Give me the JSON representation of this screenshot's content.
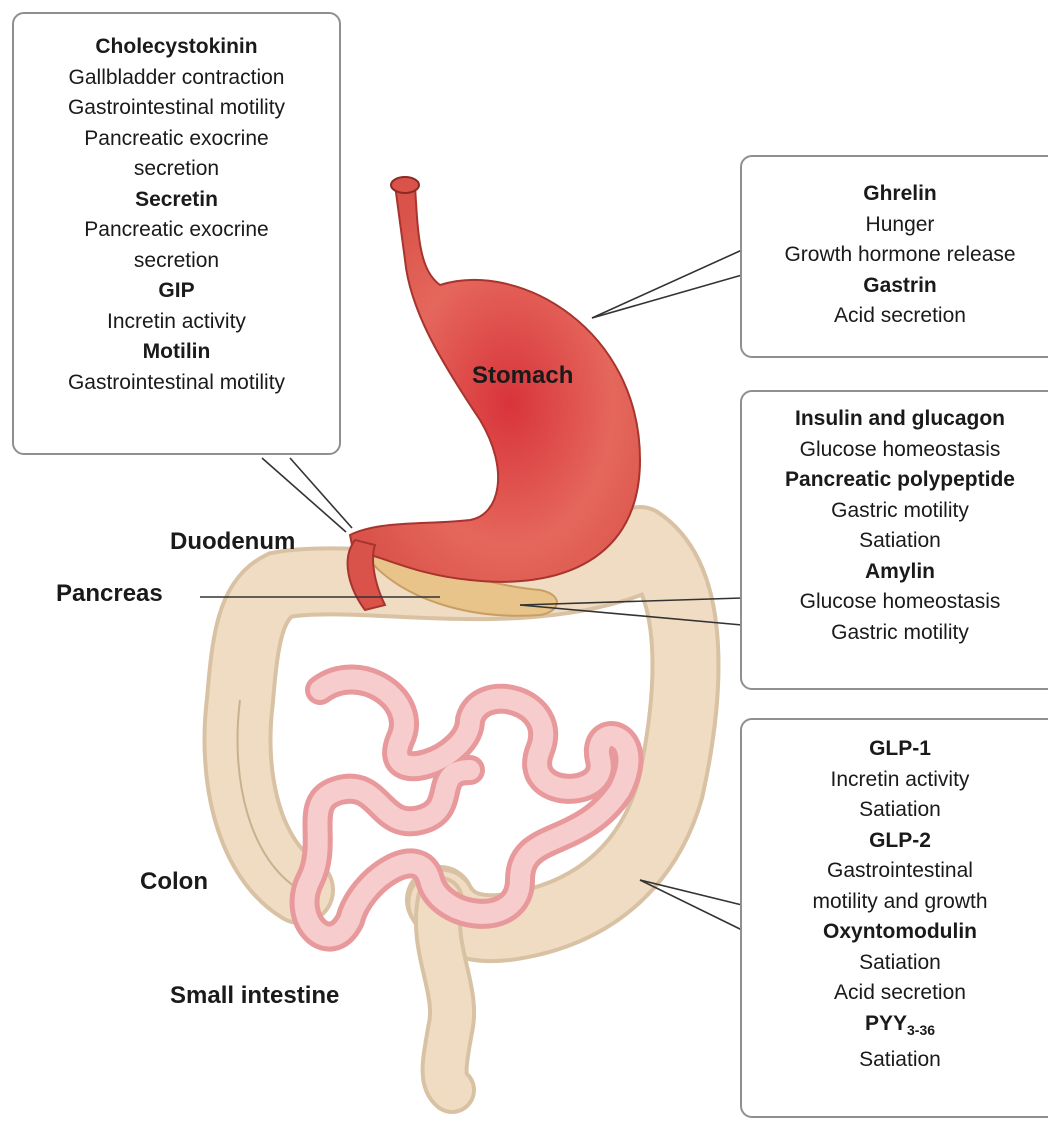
{
  "boxes": {
    "duodenum": [
      {
        "kind": "h",
        "text": "Cholecystokinin"
      },
      {
        "kind": "t",
        "text": "Gallbladder contraction"
      },
      {
        "kind": "t",
        "text": "Gastrointestinal motility"
      },
      {
        "kind": "t",
        "text": "Pancreatic exocrine"
      },
      {
        "kind": "t",
        "text": "secretion"
      },
      {
        "kind": "h",
        "text": "Secretin"
      },
      {
        "kind": "t",
        "text": "Pancreatic exocrine"
      },
      {
        "kind": "t",
        "text": "secretion"
      },
      {
        "kind": "h",
        "text": "GIP"
      },
      {
        "kind": "t",
        "text": "Incretin activity"
      },
      {
        "kind": "h",
        "text": "Motilin"
      },
      {
        "kind": "t",
        "text": "Gastrointestinal motility"
      }
    ],
    "stomach": [
      {
        "kind": "h",
        "text": "Ghrelin"
      },
      {
        "kind": "t",
        "text": "Hunger"
      },
      {
        "kind": "t",
        "text": "Growth hormone release"
      },
      {
        "kind": "h",
        "text": "Gastrin"
      },
      {
        "kind": "t",
        "text": "Acid secretion"
      }
    ],
    "pancreas": [
      {
        "kind": "h",
        "text": "Insulin and glucagon"
      },
      {
        "kind": "t",
        "text": "Glucose homeostasis"
      },
      {
        "kind": "h",
        "text": "Pancreatic polypeptide"
      },
      {
        "kind": "t",
        "text": "Gastric motility"
      },
      {
        "kind": "t",
        "text": "Satiation"
      },
      {
        "kind": "h",
        "text": "Amylin"
      },
      {
        "kind": "t",
        "text": "Glucose homeostasis"
      },
      {
        "kind": "t",
        "text": "Gastric motility"
      }
    ],
    "intestine": [
      {
        "kind": "h",
        "text": "GLP-1"
      },
      {
        "kind": "t",
        "text": "Incretin activity"
      },
      {
        "kind": "t",
        "text": "Satiation"
      },
      {
        "kind": "h",
        "text": "GLP-2"
      },
      {
        "kind": "t",
        "text": "Gastrointestinal"
      },
      {
        "kind": "t",
        "text": "motility and growth"
      },
      {
        "kind": "h",
        "text": "Oxyntomodulin"
      },
      {
        "kind": "t",
        "text": "Satiation"
      },
      {
        "kind": "t",
        "text": "Acid secretion"
      },
      {
        "kind": "h",
        "text": "PYY",
        "sub": "3-36"
      },
      {
        "kind": "t",
        "text": "Satiation"
      }
    ]
  },
  "organs": {
    "stomach": "Stomach",
    "duodenum": "Duodenum",
    "pancreas": "Pancreas",
    "colon": "Colon",
    "small_intestine": "Small intestine"
  },
  "colors": {
    "stomach": "#d9534a",
    "colon": "#f0dcc2",
    "small_intestine": "#f2b3b5",
    "pancreas": "#e9c48a",
    "box_border": "#8f8f8f"
  }
}
